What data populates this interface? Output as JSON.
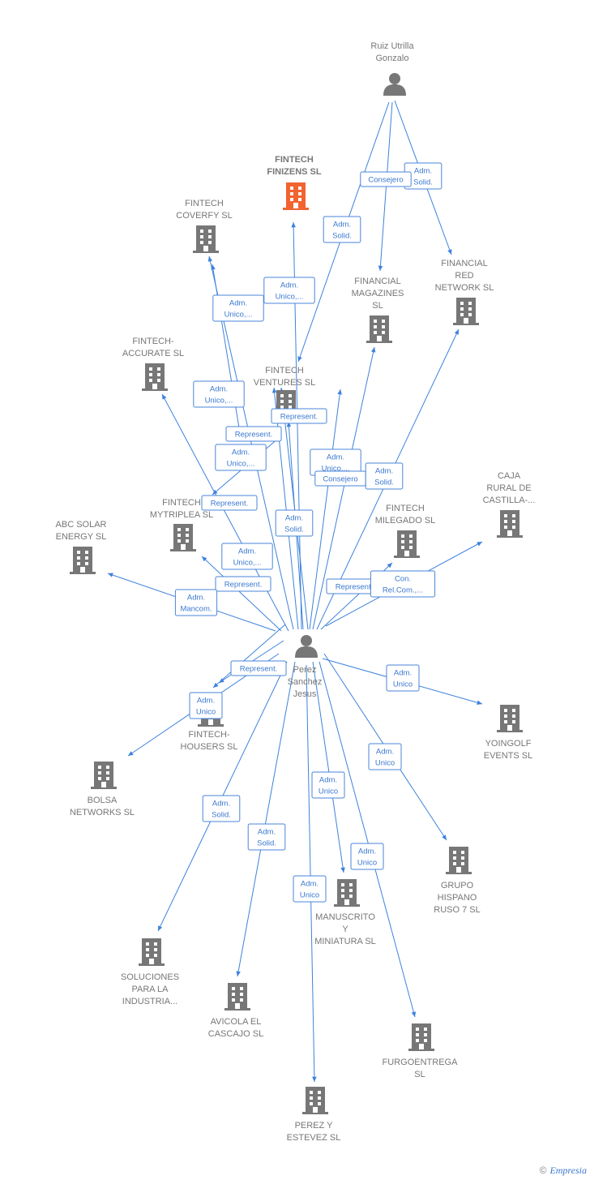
{
  "colors": {
    "edge": "#3d82dc",
    "node": "#777777",
    "highlight": "#f26430"
  },
  "people": [
    {
      "id": "ruiz",
      "lines": [
        "Ruiz Utrilla",
        "Gonzalo"
      ]
    },
    {
      "id": "perez",
      "lines": [
        "Perez",
        "Sanchez",
        "Jesus"
      ]
    }
  ],
  "companies": [
    {
      "id": "finizens",
      "lines": [
        "FINTECH",
        "FINIZENS  SL"
      ],
      "highlight": true
    },
    {
      "id": "coverfy",
      "lines": [
        "FINTECH",
        "COVERFY  SL"
      ]
    },
    {
      "id": "redn",
      "lines": [
        "FINANCIAL",
        "RED",
        "NETWORK SL"
      ]
    },
    {
      "id": "magazines",
      "lines": [
        "FINANCIAL",
        "MAGAZINES",
        "SL"
      ]
    },
    {
      "id": "accurate",
      "lines": [
        "FINTECH-",
        "ACCURATE  SL"
      ]
    },
    {
      "id": "ventures",
      "lines": [
        "FINTECH",
        "VENTURES  SL"
      ]
    },
    {
      "id": "caja",
      "lines": [
        "CAJA",
        "RURAL DE",
        "CASTILLA-..."
      ]
    },
    {
      "id": "mytriplea",
      "lines": [
        "FINTECH",
        "MYTRIPLEA  SL"
      ]
    },
    {
      "id": "milegado",
      "lines": [
        "FINTECH",
        "MILEGADO  SL"
      ]
    },
    {
      "id": "abcsolar",
      "lines": [
        "ABC SOLAR",
        "ENERGY  SL"
      ]
    },
    {
      "id": "housers",
      "lines": [
        "FINTECH-",
        "HOUSERS  SL"
      ]
    },
    {
      "id": "yoingolf",
      "lines": [
        "YOINGOLF",
        "EVENTS  SL"
      ]
    },
    {
      "id": "bolsa",
      "lines": [
        "BOLSA",
        "NETWORKS SL"
      ]
    },
    {
      "id": "grupo",
      "lines": [
        "GRUPO",
        "HISPANO",
        "RUSO 7  SL"
      ]
    },
    {
      "id": "manuscrito",
      "lines": [
        "MANUSCRITO",
        "Y",
        "MINIATURA  SL"
      ]
    },
    {
      "id": "soluciones",
      "lines": [
        "SOLUCIONES",
        "PARA LA",
        "INDUSTRIA..."
      ]
    },
    {
      "id": "avicola",
      "lines": [
        "AVICOLA EL",
        "CASCAJO SL"
      ]
    },
    {
      "id": "furgo",
      "lines": [
        "FURGOENTREGA",
        "SL"
      ]
    },
    {
      "id": "perezest",
      "lines": [
        "PEREZ Y",
        "ESTEVEZ  SL"
      ]
    }
  ],
  "relations": [
    {
      "id": "r_ruiz_redn",
      "lines": [
        "Adm.",
        "Solid."
      ]
    },
    {
      "id": "r_ruiz_mag",
      "lines": [
        "Consejero"
      ]
    },
    {
      "id": "r_ruiz_vent",
      "lines": [
        "Adm.",
        "Solid."
      ]
    },
    {
      "id": "r_p_finizens",
      "lines": [
        "Adm.",
        "Unico,..."
      ]
    },
    {
      "id": "r_p_coverfy",
      "lines": [
        "Adm.",
        "Unico,..."
      ]
    },
    {
      "id": "r_p_accurate",
      "lines": [
        "Adm.",
        "Unico,..."
      ]
    },
    {
      "id": "r_vent_repr",
      "lines": [
        "Represent."
      ]
    },
    {
      "id": "r_repr2",
      "lines": [
        "Represent."
      ]
    },
    {
      "id": "r_p_mytriplea",
      "lines": [
        "Adm.",
        "Unico,..."
      ]
    },
    {
      "id": "r_repr3",
      "lines": [
        "Represent."
      ]
    },
    {
      "id": "r_p_mag_unico",
      "lines": [
        "Adm.",
        "Unico,..."
      ]
    },
    {
      "id": "r_consejero2",
      "lines": [
        "Consejero"
      ]
    },
    {
      "id": "r_p_redn",
      "lines": [
        "Adm.",
        "Solid."
      ]
    },
    {
      "id": "r_p_vent_solid",
      "lines": [
        "Adm.",
        "Solid."
      ]
    },
    {
      "id": "r_p_abc_unico",
      "lines": [
        "Adm.",
        "Unico,..."
      ]
    },
    {
      "id": "r_repr4",
      "lines": [
        "Represent."
      ]
    },
    {
      "id": "r_p_abc",
      "lines": [
        "Adm.",
        "Mancom."
      ]
    },
    {
      "id": "r_repr5",
      "lines": [
        "Represent."
      ]
    },
    {
      "id": "r_p_caja",
      "lines": [
        "Con.",
        "Rel.Com.,..."
      ]
    },
    {
      "id": "r_repr6",
      "lines": [
        "Represent."
      ]
    },
    {
      "id": "r_p_housers",
      "lines": [
        "Adm.",
        "Unico"
      ]
    },
    {
      "id": "r_p_yoingolf",
      "lines": [
        "Adm.",
        "Unico"
      ]
    },
    {
      "id": "r_p_grupo",
      "lines": [
        "Adm.",
        "Unico"
      ]
    },
    {
      "id": "r_p_manuscrito",
      "lines": [
        "Adm.",
        "Unico"
      ]
    },
    {
      "id": "r_p_furgo",
      "lines": [
        "Adm.",
        "Unico"
      ]
    },
    {
      "id": "r_p_soluciones",
      "lines": [
        "Adm.",
        "Solid."
      ]
    },
    {
      "id": "r_p_avicola",
      "lines": [
        "Adm.",
        "Solid."
      ]
    },
    {
      "id": "r_p_perezest",
      "lines": [
        "Adm.",
        "Unico"
      ]
    }
  ],
  "footer": {
    "copyright": "©",
    "brand": "Empresia"
  }
}
